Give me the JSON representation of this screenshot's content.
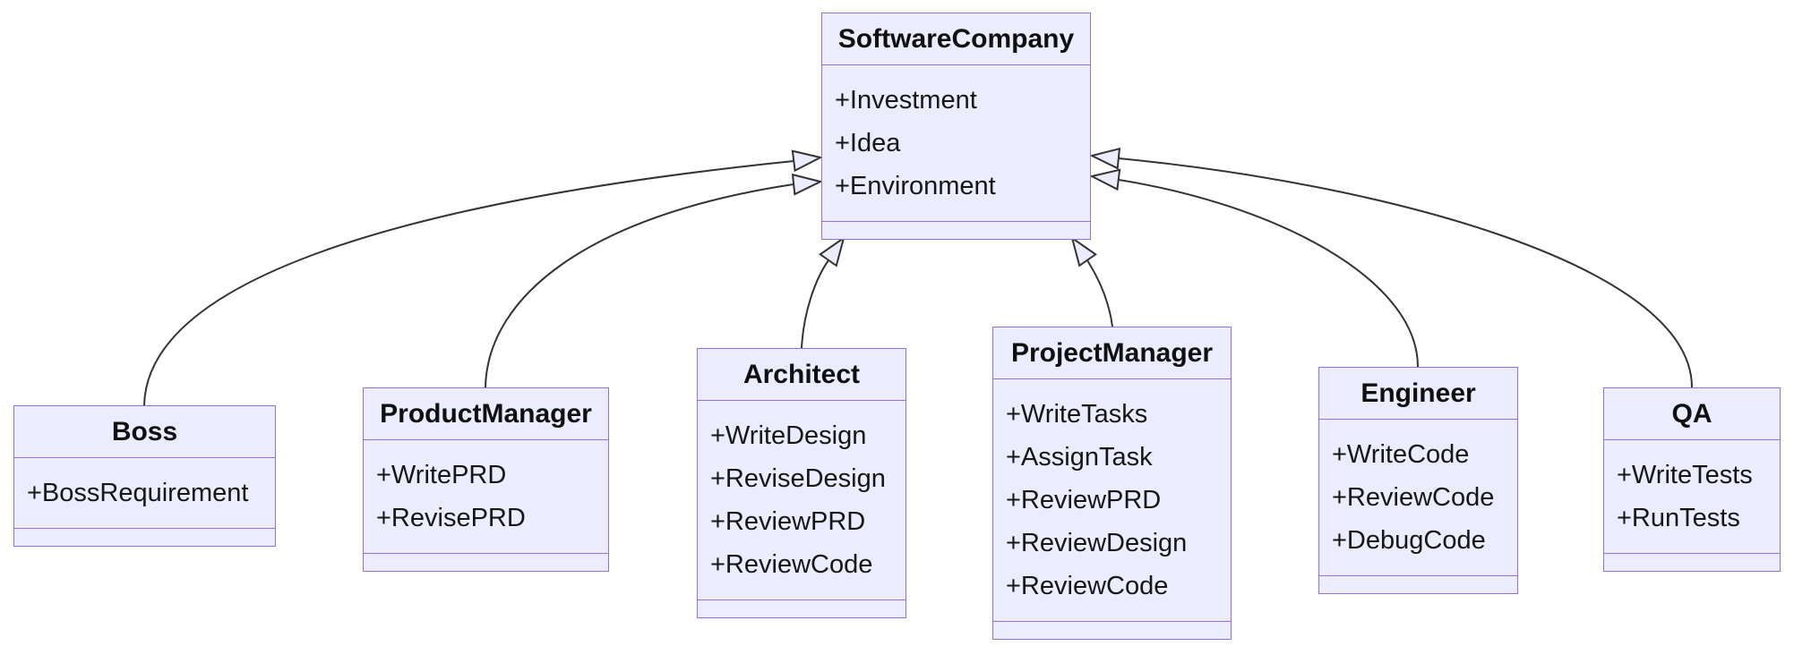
{
  "diagram": {
    "kind": "uml-class-diagram",
    "classes": [
      {
        "name": "SoftwareCompany",
        "members": [
          "+Investment",
          "+Idea",
          "+Environment"
        ]
      },
      {
        "name": "Boss",
        "members": [
          "+BossRequirement"
        ]
      },
      {
        "name": "ProductManager",
        "members": [
          "+WritePRD",
          "+RevisePRD"
        ]
      },
      {
        "name": "Architect",
        "members": [
          "+WriteDesign",
          "+ReviseDesign",
          "+ReviewPRD",
          "+ReviewCode"
        ]
      },
      {
        "name": "ProjectManager",
        "members": [
          "+WriteTasks",
          "+AssignTask",
          "+ReviewPRD",
          "+ReviewDesign",
          "+ReviewCode"
        ]
      },
      {
        "name": "Engineer",
        "members": [
          "+WriteCode",
          "+ReviewCode",
          "+DebugCode"
        ]
      },
      {
        "name": "QA",
        "members": [
          "+WriteTests",
          "+RunTests"
        ]
      }
    ],
    "relations": [
      {
        "from": "Boss",
        "to": "SoftwareCompany",
        "type": "inheritance"
      },
      {
        "from": "ProductManager",
        "to": "SoftwareCompany",
        "type": "inheritance"
      },
      {
        "from": "Architect",
        "to": "SoftwareCompany",
        "type": "inheritance"
      },
      {
        "from": "ProjectManager",
        "to": "SoftwareCompany",
        "type": "inheritance"
      },
      {
        "from": "Engineer",
        "to": "SoftwareCompany",
        "type": "inheritance"
      },
      {
        "from": "QA",
        "to": "SoftwareCompany",
        "type": "inheritance"
      }
    ],
    "colors": {
      "node_fill": "#ECECFF",
      "node_border": "#9370DB",
      "edge_line": "#333333",
      "text": "#161616",
      "background": "#FFFFFF"
    }
  }
}
